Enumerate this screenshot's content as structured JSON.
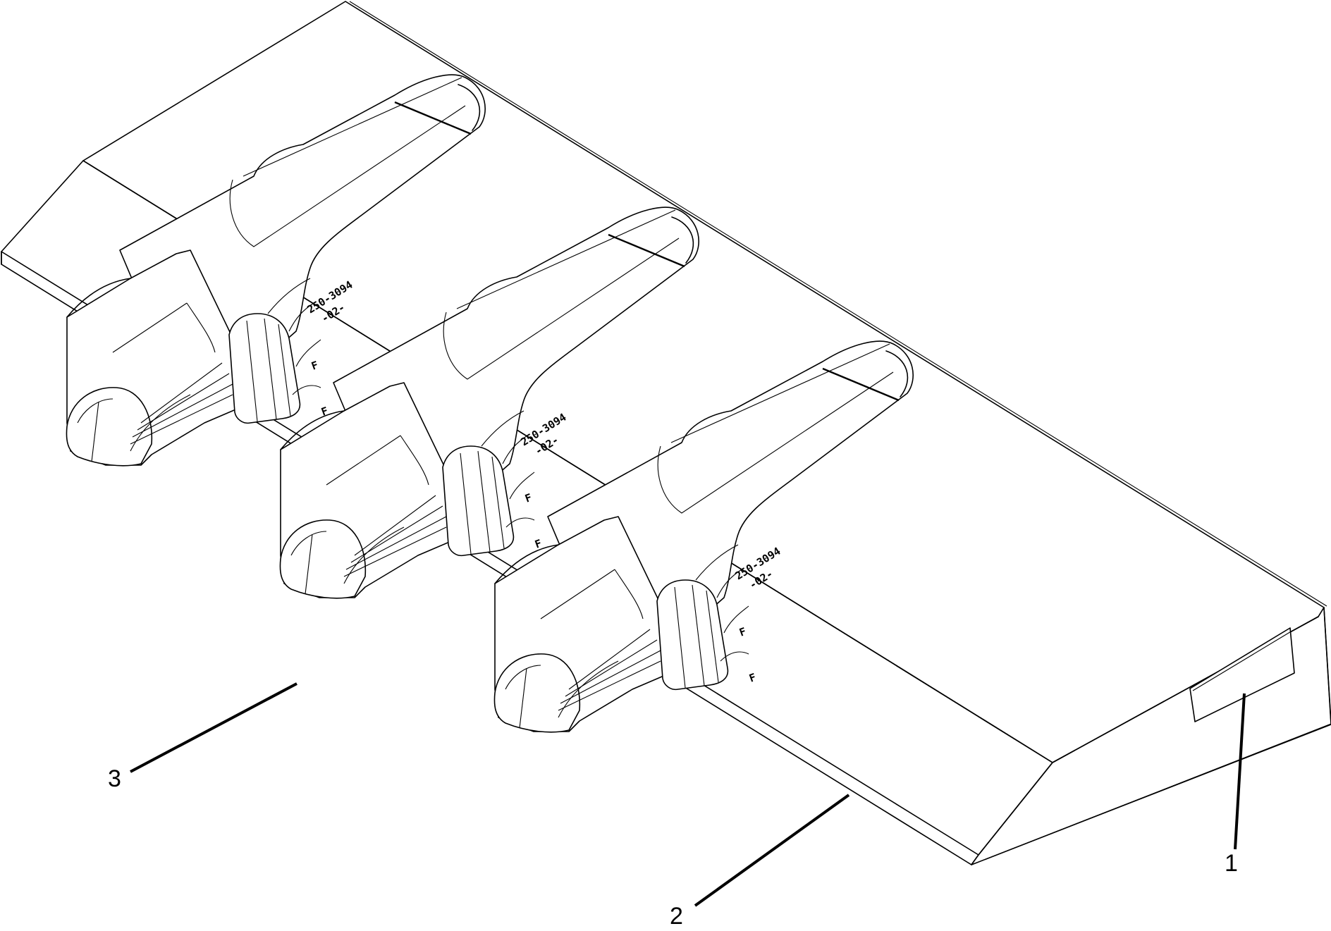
{
  "diagram": {
    "type": "isometric exploded parts illustration",
    "subject": "Bucket cutting edge with three tooth adapters/tips",
    "colors": {
      "line": "#000000",
      "background": "#ffffff"
    }
  },
  "callouts": [
    {
      "number": "1",
      "part": "cutting-edge-label-plate"
    },
    {
      "number": "2",
      "part": "cutting-edge"
    },
    {
      "number": "3",
      "part": "tooth"
    }
  ],
  "tooth_markings": {
    "part_number": "250-3094",
    "suffix": "-02-",
    "side_letter": "F"
  },
  "teeth_count": 3
}
